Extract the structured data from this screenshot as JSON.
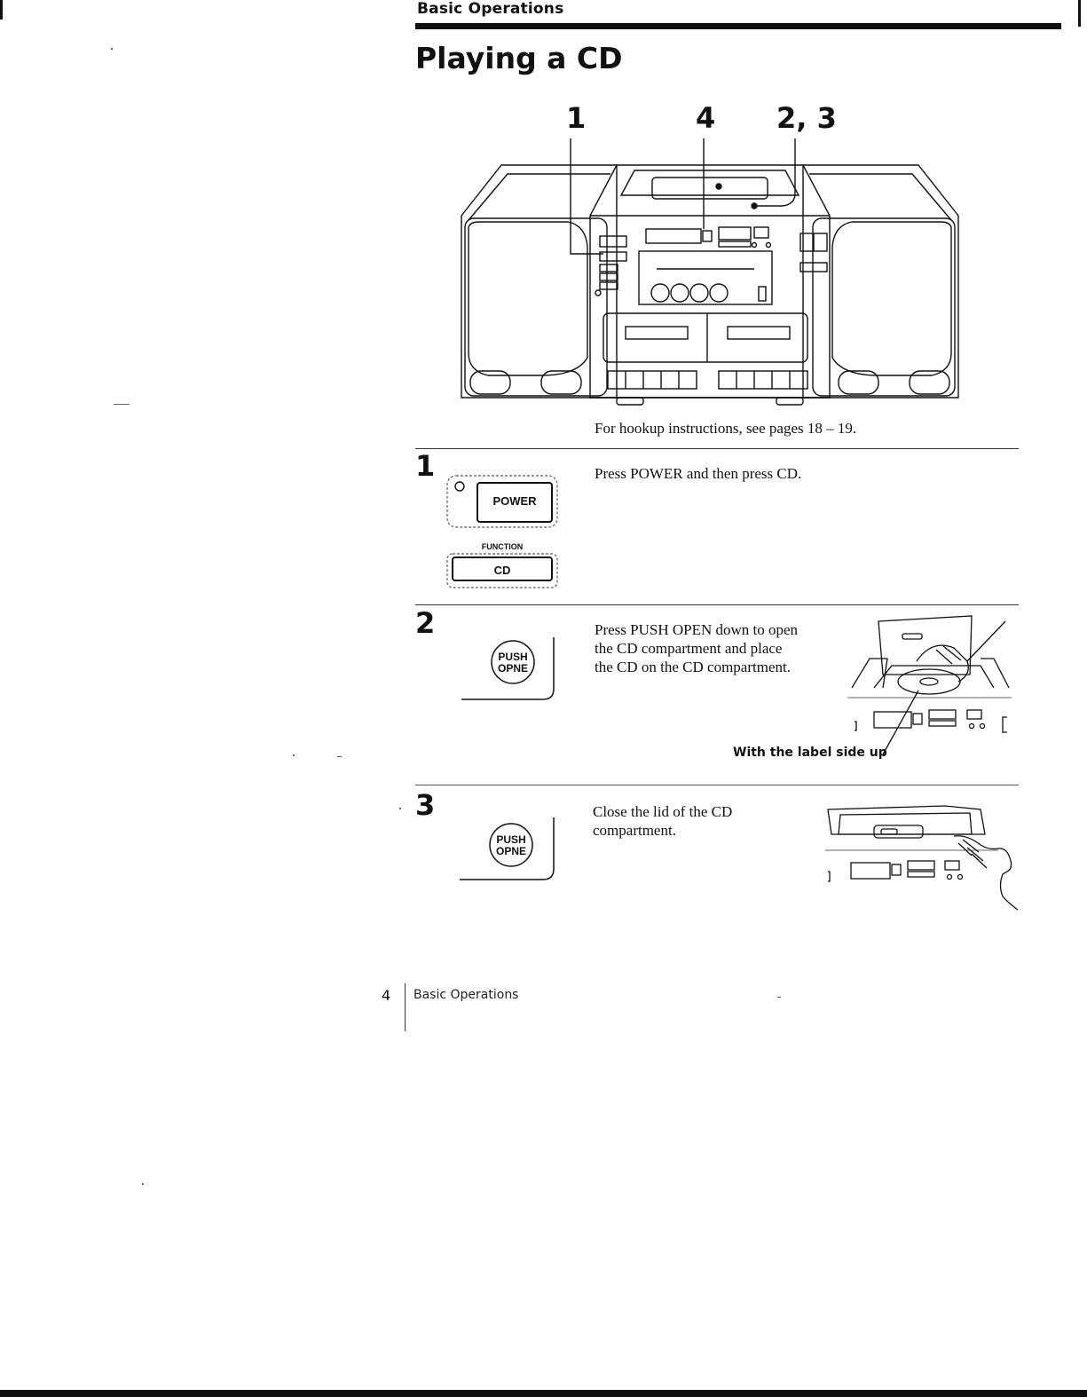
{
  "header": {
    "section": "Basic Operations",
    "title": "Playing a CD"
  },
  "figure": {
    "callouts": [
      "1",
      "4",
      "2, 3"
    ],
    "caption": "For hookup instructions, see pages 18 – 19."
  },
  "steps": [
    {
      "number": "1",
      "text": "Press POWER and then press CD.",
      "buttons": {
        "power": "POWER",
        "function": "FUNCTION",
        "cd": "CD"
      }
    },
    {
      "number": "2",
      "text_lines": [
        "Press PUSH OPEN down to open",
        "the CD compartment and place",
        "the CD on the CD compartment."
      ],
      "button": [
        "PUSH",
        "OPNE"
      ],
      "illustration_label": "With the label side up"
    },
    {
      "number": "3",
      "text_lines": [
        "Close the lid of the CD",
        "compartment."
      ],
      "button": [
        "PUSH",
        "OPNE"
      ]
    }
  ],
  "footer": {
    "page_number": "4",
    "section": "Basic Operations"
  }
}
